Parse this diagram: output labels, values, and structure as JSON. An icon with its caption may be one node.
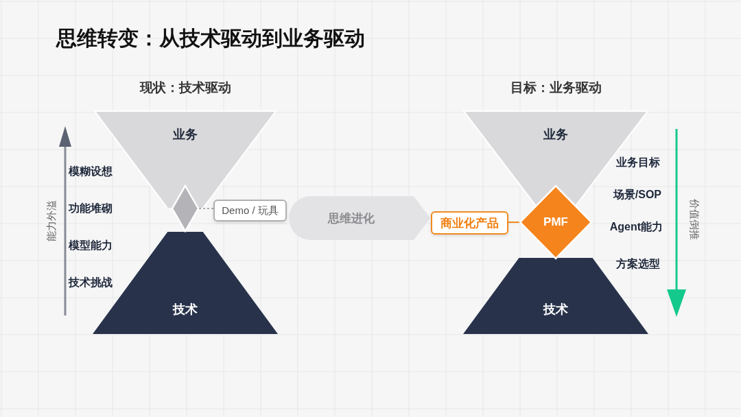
{
  "diagram": {
    "title": "思维转变：从技术驱动到业务驱动",
    "nodes": [
      {
        "text": [
          "业务"
        ]
      },
      {
        "text": [
          "技术"
        ]
      },
      {
        "text": [],
        "shape": "diamond"
      },
      {
        "text": [
          "Demo / 玩具"
        ]
      },
      {
        "text": [
          "业务"
        ]
      },
      {
        "text": [
          "技术"
        ]
      },
      {
        "text": [
          "PMF"
        ]
      },
      {
        "text": [
          "商业化产品"
        ]
      }
    ],
    "edges": [
      {
        "from": 3,
        "to": 2,
        "arrow": "none",
        "style": "dashed",
        "color": "#aaaaaa"
      },
      {
        "from": 7,
        "to": 6,
        "arrow": "none",
        "color": "#f28a1e"
      },
      {
        "from": 3,
        "to": 7,
        "arrow": "to",
        "label": "思维进化",
        "style": "thick",
        "color": "#e3e3e5"
      }
    ],
    "labels": [
      "现状：技术驱动",
      "目标：业务驱动",
      "模糊设想",
      "功能堆砌",
      "模型能力",
      "技术挑战",
      "能力外溢",
      "业务目标",
      "场景/SOP",
      "Agent能力",
      "方案选型",
      "价值倒推"
    ]
  }
}
